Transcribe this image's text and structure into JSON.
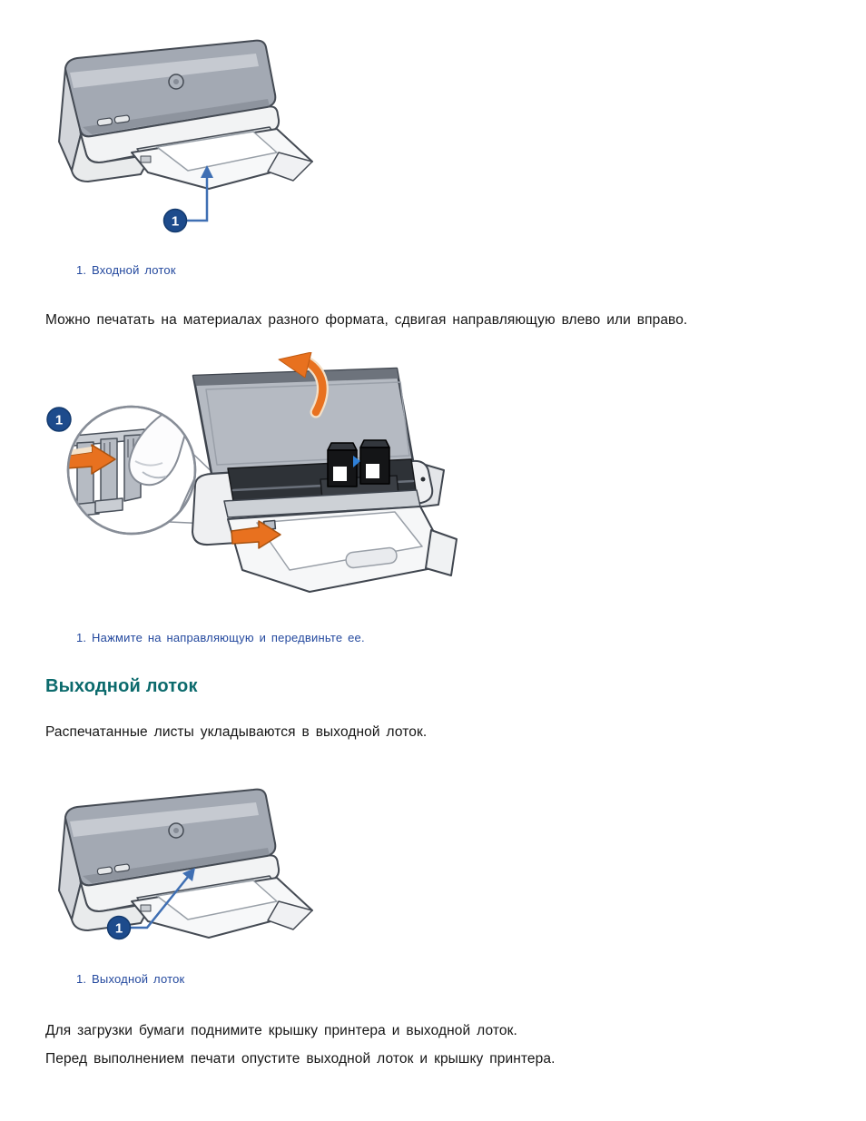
{
  "document": {
    "figure1": {
      "callout": "1",
      "caption": "1. Входной лоток"
    },
    "paragraph1": "Можно печатать на материалах разного формата, сдвигая направляющую влево или вправо.",
    "figure2": {
      "callout": "1",
      "caption": "1. Нажмите на направляющую и передвиньте ее."
    },
    "heading_output_tray": "Выходной лоток",
    "paragraph2": "Распечатанные листы укладываются в выходной лоток.",
    "figure3": {
      "callout": "1",
      "caption": "1. Выходной лоток"
    },
    "paragraph3": "Для загрузки бумаги поднимите крышку принтера и выходной лоток.",
    "paragraph4": "Перед выполнением печати опустите выходной лоток и крышку принтера."
  },
  "colors": {
    "caption_blue": "#24499e",
    "heading_teal": "#0b6a6c",
    "body_text": "#161616",
    "callout_badge_blue": "#1d4b8c",
    "callout_line_blue": "#3f6fb3",
    "arrow_orange": "#e8711f",
    "printer_lid_gray": "#a3a9b3",
    "page_background": "#ffffff"
  }
}
